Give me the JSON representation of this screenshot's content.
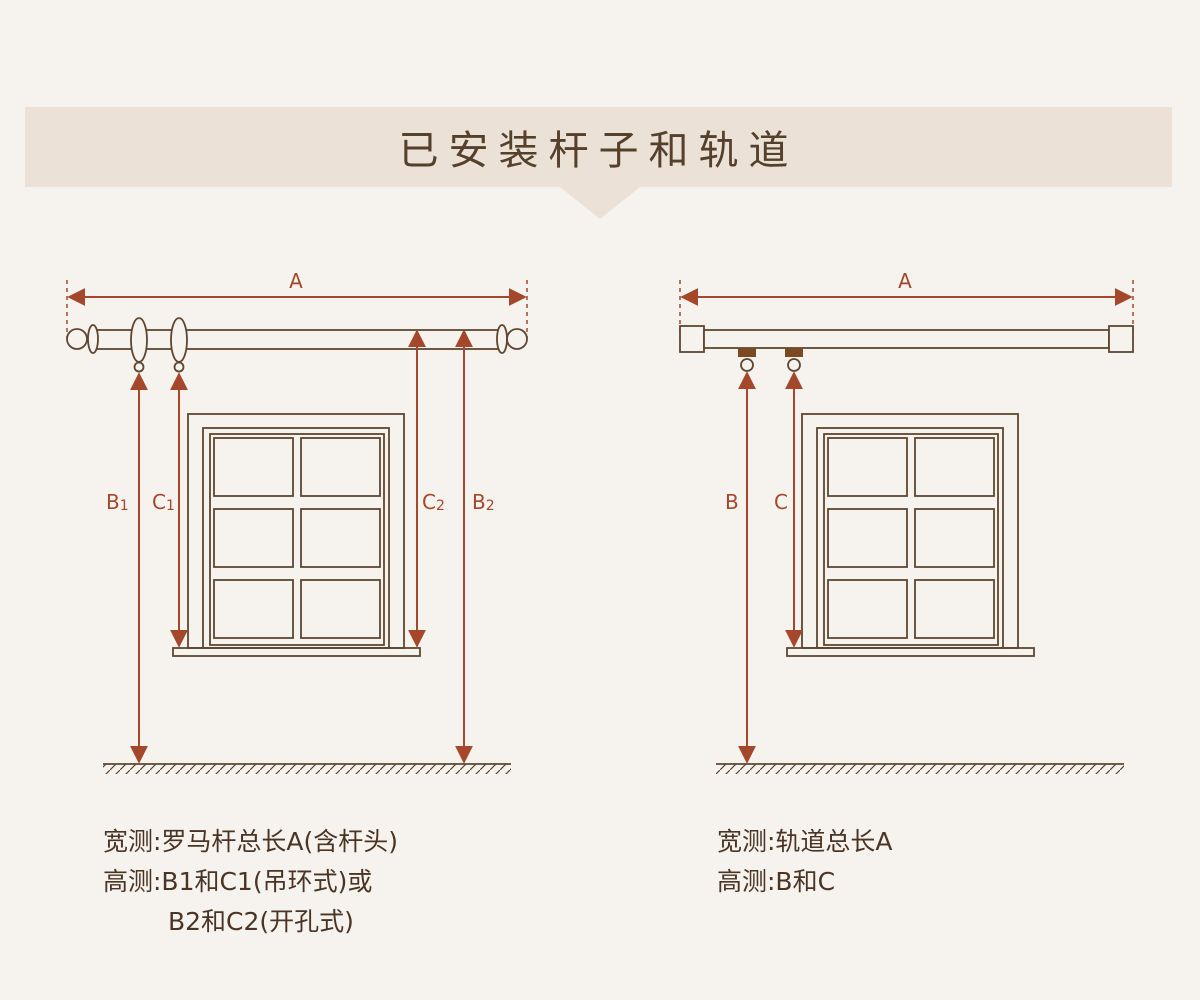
{
  "banner": {
    "title": "已安装杆子和轨道"
  },
  "left": {
    "width_label": "A",
    "b_label": "B",
    "b_sub": "1",
    "c_label": "C",
    "c_sub": "1",
    "c2_label": "C",
    "c2_sub": "2",
    "b2_label": "B",
    "b2_sub": "2",
    "caption": {
      "line1": "宽测:罗马杆总长A(含杆头)",
      "line2": "高测:B1和C1(吊环式)或",
      "line3": "B2和C2(开孔式)"
    }
  },
  "right": {
    "width_label": "A",
    "b_label": "B",
    "c_label": "C",
    "caption": {
      "line1": "宽测:轨道总长A",
      "line2": "高测:B和C"
    }
  },
  "colors": {
    "background": "#f6f2ee",
    "banner": "#ebe1d7",
    "line": "#5e4630",
    "dimension": "#a5472a",
    "bracket": "#7a4a22"
  }
}
